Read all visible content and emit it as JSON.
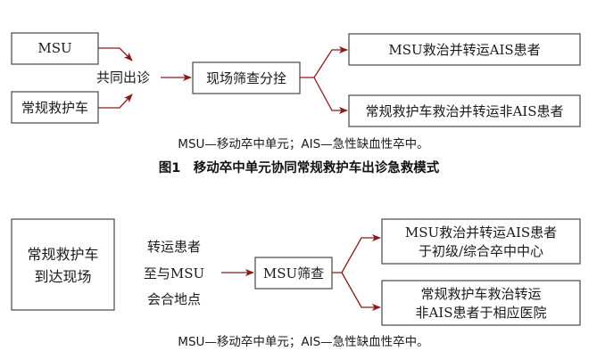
{
  "diagram1": {
    "nodes": {
      "msu": "MSU",
      "conventional": "常规救护车",
      "joint": "共同出诊",
      "screening": "现场筛查分拴",
      "out_ais": "MSU救治并转运AIS患者",
      "out_non_ais": "常规救护车救治并转运非AIS患者"
    },
    "note": "MSU—移动卒中单元；AIS—急性缺血性卒中。",
    "caption": "图1　移动卒中单元协同常规救护车出诊急救模式"
  },
  "diagram2": {
    "nodes": {
      "arrive": [
        "常规救护车",
        "到达现场"
      ],
      "transfer": [
        "转运患者",
        "至与MSU",
        "会合地点"
      ],
      "screening": "MSU筛查",
      "out_ais": [
        "MSU救治并转运AIS患者",
        "于初级/综合卒中中心"
      ],
      "out_non_ais": [
        "常规救护车救治转运",
        "非AIS患者于相应医院"
      ]
    },
    "note": "MSU—移动卒中单元；AIS—急性缺血性卒中。"
  },
  "colors": {
    "arrow": "#8a1a1a",
    "box_border": "#555555",
    "text": "#1a1a1a"
  }
}
